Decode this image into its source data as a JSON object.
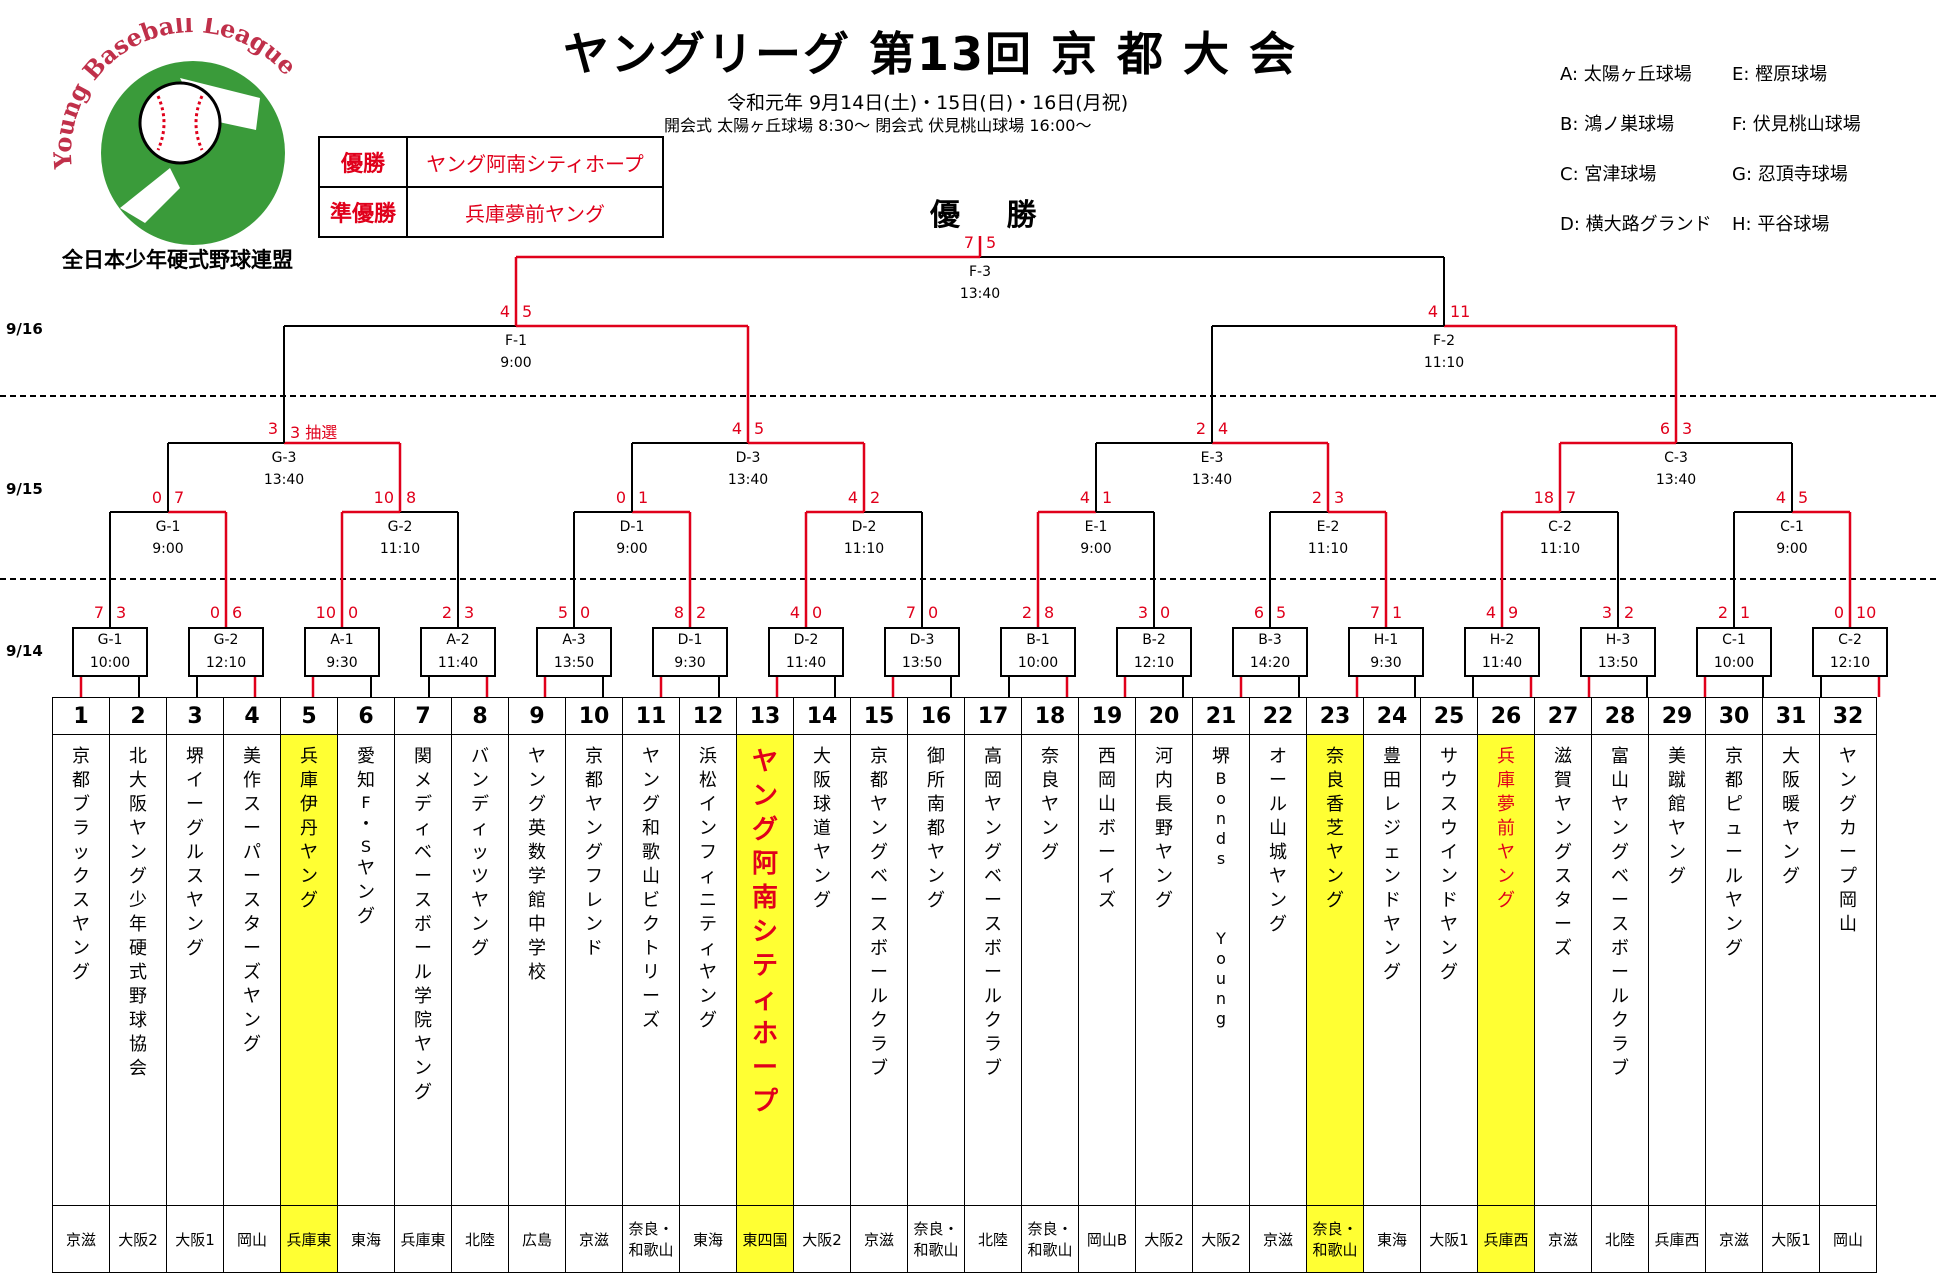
{
  "title": "ヤングリーグ 第13回 京 都 大 会",
  "schedule_line1": "令和元年  9月14日(土)・15日(日)・16日(月祝)",
  "schedule_line2": "開会式  太陽ヶ丘球場    8:30～      閉会式  伏見桃山球場    16:00～",
  "logo": {
    "arc_text": "Young Baseball League",
    "caption": "全日本少年硬式野球連盟"
  },
  "results": {
    "winner_label": "優勝",
    "winner": "ヤング阿南シティホープ",
    "runner_label": "準優勝",
    "runner": "兵庫夢前ヤング"
  },
  "venues": [
    {
      "code": "A:",
      "name": "太陽ヶ丘球場"
    },
    {
      "code": "E:",
      "name": "樫原球場"
    },
    {
      "code": "B:",
      "name": "鴻ノ巣球場"
    },
    {
      "code": "F:",
      "name": "伏見桃山球場"
    },
    {
      "code": "C:",
      "name": "宮津球場"
    },
    {
      "code": "G:",
      "name": "忍頂寺球場"
    },
    {
      "code": "D:",
      "name": "横大路グランド"
    },
    {
      "code": "H:",
      "name": "平谷球場"
    }
  ],
  "champion_heading": "優 勝",
  "day_labels": [
    "9/16",
    "9/15",
    "9/14"
  ],
  "round1": [
    {
      "id": "G-1",
      "time": "10:00",
      "s": [
        "7",
        "3"
      ]
    },
    {
      "id": "G-2",
      "time": "12:10",
      "s": [
        "0",
        "6"
      ]
    },
    {
      "id": "A-1",
      "time": "9:30",
      "s": [
        "10",
        "0"
      ]
    },
    {
      "id": "A-2",
      "time": "11:40",
      "s": [
        "2",
        "3"
      ]
    },
    {
      "id": "A-3",
      "time": "13:50",
      "s": [
        "5",
        "0"
      ]
    },
    {
      "id": "D-1",
      "time": "9:30",
      "s": [
        "8",
        "2"
      ]
    },
    {
      "id": "D-2",
      "time": "11:40",
      "s": [
        "4",
        "0"
      ]
    },
    {
      "id": "D-3",
      "time": "13:50",
      "s": [
        "7",
        "0"
      ]
    },
    {
      "id": "B-1",
      "time": "10:00",
      "s": [
        "2",
        "8"
      ]
    },
    {
      "id": "B-2",
      "time": "12:10",
      "s": [
        "3",
        "0"
      ]
    },
    {
      "id": "B-3",
      "time": "14:20",
      "s": [
        "6",
        "5"
      ]
    },
    {
      "id": "H-1",
      "time": "9:30",
      "s": [
        "7",
        "1"
      ]
    },
    {
      "id": "H-2",
      "time": "11:40",
      "s": [
        "4",
        "9"
      ]
    },
    {
      "id": "H-3",
      "time": "13:50",
      "s": [
        "3",
        "2"
      ]
    },
    {
      "id": "C-1",
      "time": "10:00",
      "s": [
        "2",
        "1"
      ]
    },
    {
      "id": "C-2",
      "time": "12:10",
      "s": [
        "0",
        "10"
      ]
    }
  ],
  "round2": [
    {
      "id": "G-1",
      "time": "9:00",
      "s": [
        "0",
        "7"
      ]
    },
    {
      "id": "G-2",
      "time": "11:10",
      "s": [
        "10",
        "8"
      ]
    },
    {
      "id": "D-1",
      "time": "9:00",
      "s": [
        "0",
        "1"
      ]
    },
    {
      "id": "D-2",
      "time": "11:10",
      "s": [
        "4",
        "2"
      ]
    },
    {
      "id": "E-1",
      "time": "9:00",
      "s": [
        "4",
        "1"
      ]
    },
    {
      "id": "E-2",
      "time": "11:10",
      "s": [
        "2",
        "3"
      ]
    },
    {
      "id": "C-2",
      "time": "11:10",
      "s": [
        "18",
        "7"
      ]
    },
    {
      "id": "C-1",
      "time": "9:00",
      "s": [
        "4",
        "5"
      ]
    }
  ],
  "round3": [
    {
      "id": "G-3",
      "time": "13:40",
      "s": [
        "3",
        "3 抽選"
      ]
    },
    {
      "id": "D-3",
      "time": "13:40",
      "s": [
        "4",
        "5"
      ]
    },
    {
      "id": "E-3",
      "time": "13:40",
      "s": [
        "2",
        "4"
      ]
    },
    {
      "id": "C-3",
      "time": "13:40",
      "s": [
        "6",
        "3"
      ]
    }
  ],
  "round4": [
    {
      "id": "F-1",
      "time": "9:00",
      "s": [
        "4",
        "5"
      ]
    },
    {
      "id": "F-2",
      "time": "11:10",
      "s": [
        "4",
        "11"
      ]
    }
  ],
  "final": {
    "id": "F-3",
    "time": "13:40",
    "s": [
      "7",
      "5"
    ]
  },
  "teams": [
    {
      "no": "1",
      "name": "京都ブラックスヤング",
      "region": "京滋"
    },
    {
      "no": "2",
      "name": "北大阪ヤング少年硬式野球協会",
      "region": "大阪2"
    },
    {
      "no": "3",
      "name": "堺イーグルスヤング",
      "region": "大阪1"
    },
    {
      "no": "4",
      "name": "美作スーパースターズヤング",
      "region": "岡山"
    },
    {
      "no": "5",
      "name": "兵庫伊丹ヤング",
      "region": "兵庫東",
      "hl": "yellow"
    },
    {
      "no": "6",
      "name": "愛知F・Sヤング",
      "region": "東海"
    },
    {
      "no": "7",
      "name": "関メディベースボール学院ヤング",
      "region": "兵庫東"
    },
    {
      "no": "8",
      "name": "バンディッツヤング",
      "region": "北陸"
    },
    {
      "no": "9",
      "name": "ヤング英数学館中学校",
      "region": "広島"
    },
    {
      "no": "10",
      "name": "京都ヤングフレンド",
      "region": "京滋"
    },
    {
      "no": "11",
      "name": "ヤング和歌山ビクトリーズ",
      "region": "奈良・和歌山"
    },
    {
      "no": "12",
      "name": "浜松インフィニティヤング",
      "region": "東海"
    },
    {
      "no": "13",
      "name": "ヤング阿南シティホープ",
      "region": "東四国",
      "hl": "champion"
    },
    {
      "no": "14",
      "name": "大阪球道ヤング",
      "region": "大阪2"
    },
    {
      "no": "15",
      "name": "京都ヤングベースボールクラブ",
      "region": "京滋"
    },
    {
      "no": "16",
      "name": "御所南都ヤング",
      "region": "奈良・和歌山"
    },
    {
      "no": "17",
      "name": "高岡ヤングベースボールクラブ",
      "region": "北陸"
    },
    {
      "no": "18",
      "name": "奈良ヤング",
      "region": "奈良・和歌山"
    },
    {
      "no": "19",
      "name": "西岡山ボーイズ",
      "region": "岡山B"
    },
    {
      "no": "20",
      "name": "河内長野ヤング",
      "region": "大阪2"
    },
    {
      "no": "21",
      "name": "堺Bonds Young",
      "region": "大阪2"
    },
    {
      "no": "22",
      "name": "オール山城ヤング",
      "region": "京滋"
    },
    {
      "no": "23",
      "name": "奈良香芝ヤング",
      "region": "奈良・和歌山",
      "hl": "yellow"
    },
    {
      "no": "24",
      "name": "豊田レジェンドヤング",
      "region": "東海"
    },
    {
      "no": "25",
      "name": "サウスウインドヤング",
      "region": "大阪1"
    },
    {
      "no": "26",
      "name": "兵庫夢前ヤング",
      "region": "兵庫西",
      "hl": "runner"
    },
    {
      "no": "27",
      "name": "滋賀ヤングスターズ",
      "region": "京滋"
    },
    {
      "no": "28",
      "name": "富山ヤングベースボールクラブ",
      "region": "北陸"
    },
    {
      "no": "29",
      "name": "美蹴館ヤング",
      "region": "兵庫西"
    },
    {
      "no": "30",
      "name": "京都ピュールヤング",
      "region": "京滋"
    },
    {
      "no": "31",
      "name": "大阪暖ヤング",
      "region": "大阪1"
    },
    {
      "no": "32",
      "name": "ヤングカープ岡山",
      "region": "岡山"
    }
  ],
  "colors": {
    "win_line": "#e0001b",
    "lose_line": "#000000",
    "highlight": "#ffff33",
    "score": "#e0001b"
  }
}
